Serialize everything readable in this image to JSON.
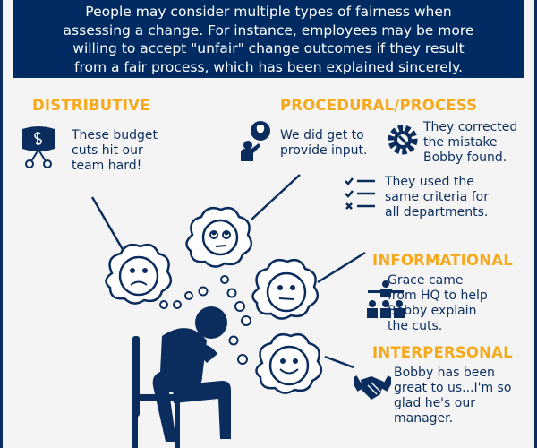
{
  "banner": {
    "lines": [
      "People may consider multiple types of fairness when",
      "assessing a change. For instance, employees may be more",
      "willing to accept  \"unfair\" change outcomes if they result",
      "from a fair process, which has been explained sincerely."
    ]
  },
  "distributive": {
    "heading": "DISTRIBUTIVE",
    "icon": "money-scissors-icon",
    "quote": [
      "These budget",
      "cuts hit our",
      "team hard!"
    ]
  },
  "procedural": {
    "heading": "PROCEDURAL/PROCESS",
    "input": {
      "icon": "person-idea-icon",
      "quote": [
        "We did get to",
        "provide input."
      ]
    },
    "correction": {
      "icon": "gear-wrench-icon",
      "quote": [
        "They corrected",
        "the mistake",
        "Bobby found."
      ]
    },
    "criteria": {
      "icon": "checklist-icon",
      "quote": [
        "They used the",
        "same criteria for",
        "all departments."
      ]
    }
  },
  "informational": {
    "heading": "INFORMATIONAL",
    "icon": "presenter-audience-icon",
    "quote": [
      "Grace came",
      "from HQ to help",
      "Bobby explain",
      "the cuts."
    ]
  },
  "interpersonal": {
    "heading": "INTERPERSONAL",
    "icon": "handshake-icon",
    "quote": [
      "Bobby has been",
      "great to us...I'm so",
      "glad he's our",
      "manager."
    ]
  },
  "colors": {
    "navy": "#0b2d5e",
    "accent": "#f7a91c",
    "background": "#f4f4f4"
  }
}
